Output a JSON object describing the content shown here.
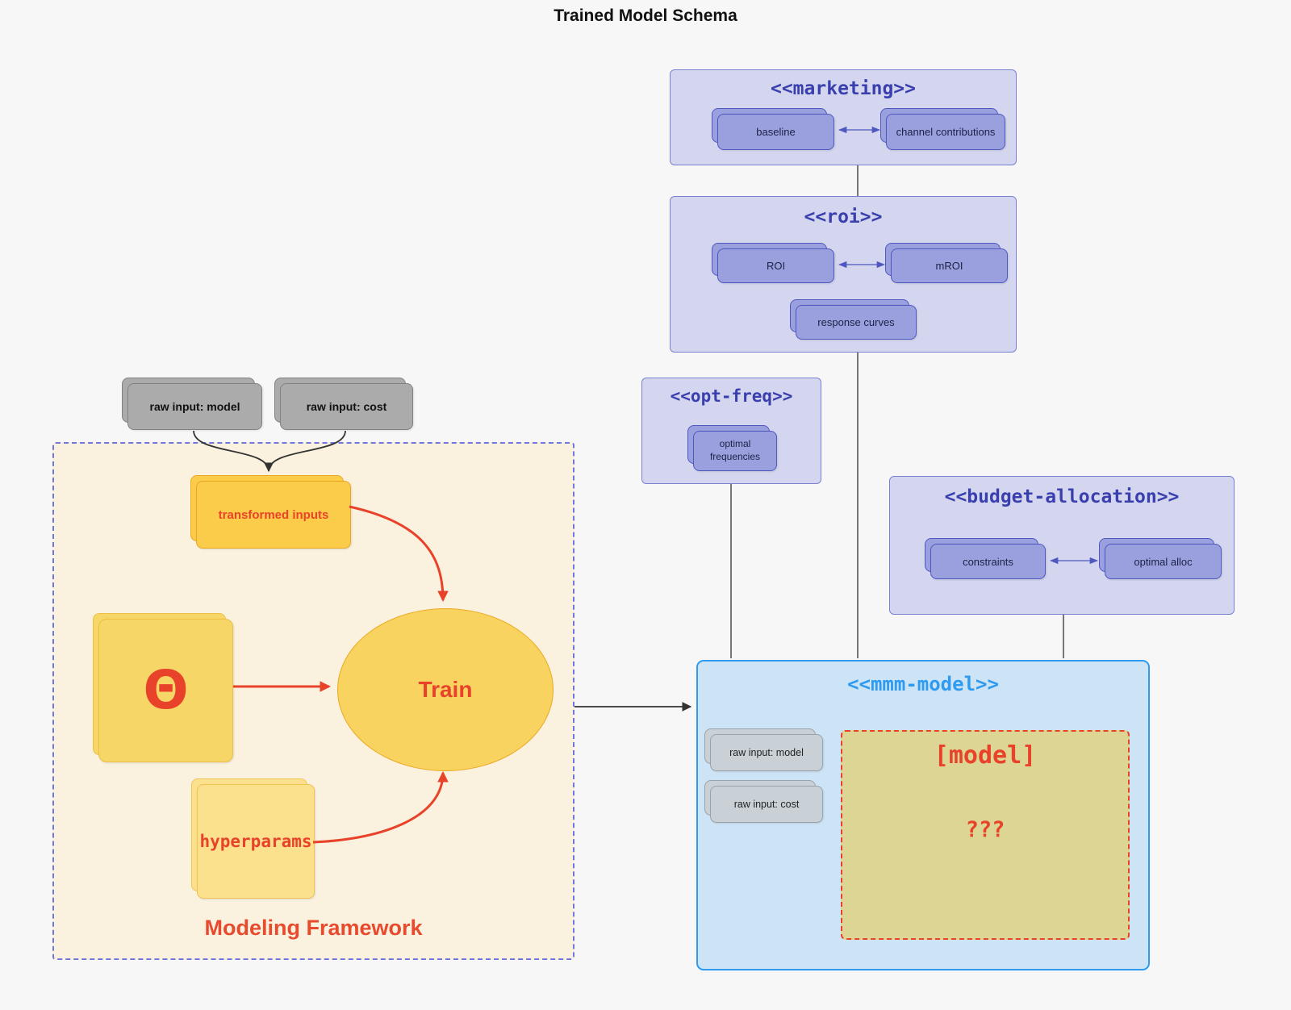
{
  "title": "Trained Model Schema",
  "external_inputs": {
    "raw_model": "raw input: model",
    "raw_cost": "raw input: cost"
  },
  "groups": {
    "marketing": {
      "title": "<<marketing>>",
      "baseline": "baseline",
      "channel": "channel contributions"
    },
    "roi": {
      "title": "<<roi>>",
      "roi": "ROI",
      "mroi": "mROI",
      "response": "response curves"
    },
    "opt_freq": {
      "title": "<<opt-freq>>",
      "optimal": "optimal frequencies"
    },
    "budget": {
      "title": "<<budget-allocation>>",
      "constraints": "constraints",
      "optimal_alloc": "optimal alloc"
    },
    "mmm": {
      "title": "<<mmm-model>>",
      "raw_model": "raw input: model",
      "raw_cost": "raw input: cost",
      "model": "[model]",
      "question": "???"
    },
    "framework": {
      "title": "Modeling Framework",
      "transformed": "transformed inputs",
      "theta": "Θ",
      "train": "Train",
      "hyperparams": "hyperparams"
    }
  },
  "edges": [
    "raw input: model -> transformed inputs",
    "raw input: cost -> transformed inputs",
    "transformed inputs -> Train",
    "Θ -> Train",
    "hyperparams -> Train",
    "Modeling Framework -> <<mmm-model>>",
    "<<marketing>> -- <<roi>>",
    "<<roi>> -- <<mmm-model>>",
    "<<opt-freq>> -- <<mmm-model>>",
    "<<budget-allocation>> -- <<mmm-model>>",
    "baseline <-> channel contributions",
    "ROI <-> mROI",
    "constraints <-> optimal alloc"
  ],
  "colors": {
    "background": "#f7f7f8",
    "indigo_title": "#3a3fae",
    "purple_card_fill": "#9aa0de",
    "purple_card_stroke": "#4f57c0",
    "purple_group_fill": "#d3d6ee",
    "purple_group_stroke": "#7a80d2",
    "mmm_blue": "#2e9bf0",
    "mmm_fill": "#cde4f7",
    "red_accent": "#e8432a",
    "gold_fill": "#fbcc49",
    "pale_gold_fill": "#fbe08d",
    "khaki_fill": "#dcd593",
    "cream_fill": "#faf2df",
    "framework_border": "#7277dc",
    "gray_card_fill": "#ababab",
    "light_gray_card_fill": "#c9d1d7"
  }
}
